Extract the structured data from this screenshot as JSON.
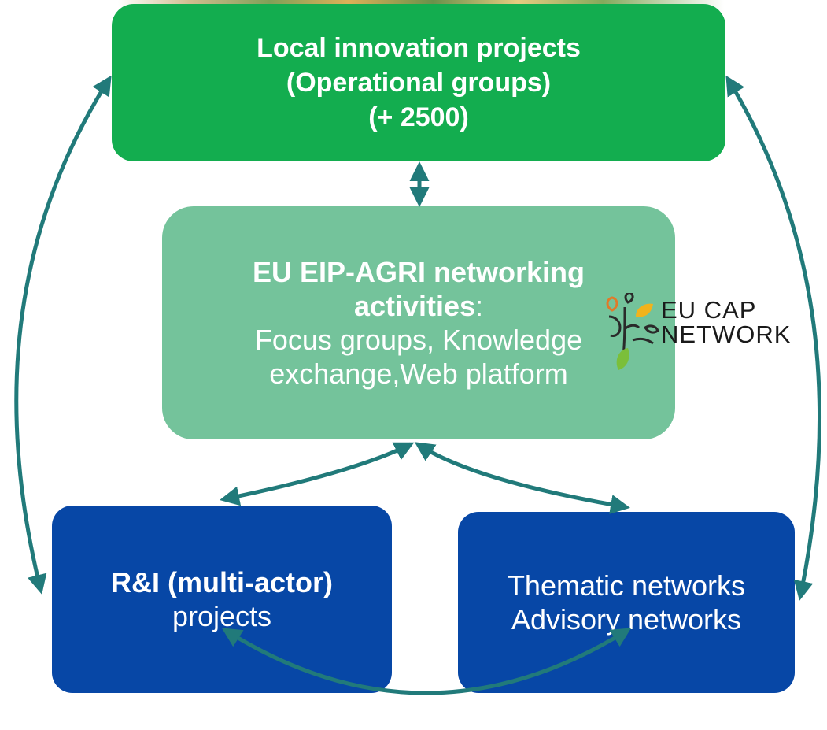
{
  "boxes": {
    "top": {
      "line1": "Local innovation projects",
      "line2": "(Operational groups)",
      "line3": "(+ 2500)"
    },
    "middle": {
      "line1": "EU EIP-AGRI networking",
      "line2_bold": "activities",
      "line2_rest": ":",
      "line3": "Focus groups, Knowledge",
      "line4": "exchange,Web platform"
    },
    "left": {
      "line1": "R&I (multi-actor)",
      "line2": "projects"
    },
    "right": {
      "line1": "Thematic networks",
      "line2": "Advisory networks"
    }
  },
  "logo": {
    "line1": "EU CAP",
    "line2": "NETWORK"
  },
  "colors": {
    "top_box": "#13ad4f",
    "middle_box": "#74c39b",
    "bottom_boxes": "#0747a6",
    "arrows": "#217a7a"
  }
}
